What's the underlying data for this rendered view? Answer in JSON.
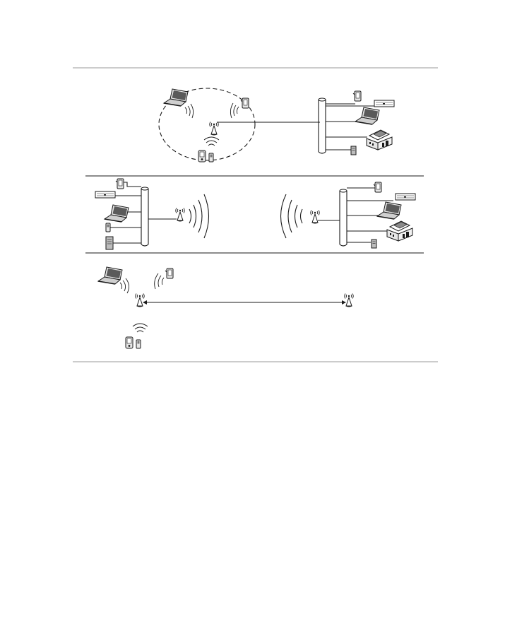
{
  "diagram": {
    "panels": [
      {
        "id": "access-point-to-wired-network"
      },
      {
        "id": "wireless-bridge-between-networks"
      },
      {
        "id": "repeater-relay"
      }
    ],
    "colors": {
      "line": "#1a1a1a",
      "rule": "#9a9a9a",
      "device_fill": "#d9d9d9",
      "screen_fill": "#5a5a5a"
    },
    "icons": [
      "laptop-icon",
      "pda-icon",
      "phone-icon",
      "access-point-icon",
      "printer-icon",
      "keyboard-icon",
      "server-icon",
      "wireless-waves-icon"
    ]
  }
}
